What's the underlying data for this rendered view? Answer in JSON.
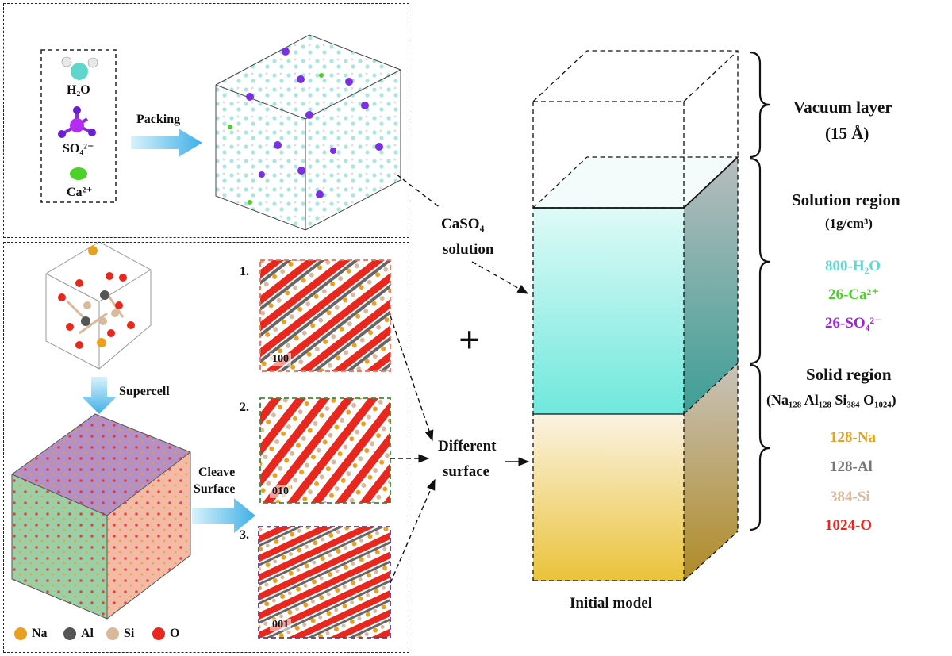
{
  "molecules": {
    "h2o": "H₂O",
    "so4": "SO₄²⁻",
    "ca": "Ca²⁺"
  },
  "steps": {
    "packing": "Packing",
    "supercell": "Supercell",
    "cleave_line1": "Cleave",
    "cleave_line2": "Surface"
  },
  "surfaces": {
    "items": [
      {
        "index": "1.",
        "plane": "100",
        "border_color": "#e8735a"
      },
      {
        "index": "2.",
        "plane": "010",
        "border_color": "#3c8c3c"
      },
      {
        "index": "3.",
        "plane": "001",
        "border_color": "#5a3c96"
      }
    ]
  },
  "legend": {
    "items": [
      {
        "label": "Na",
        "color": "#e8a020"
      },
      {
        "label": "Al",
        "color": "#555555"
      },
      {
        "label": "Si",
        "color": "#d9b99b"
      },
      {
        "label": "O",
        "color": "#e8281e"
      }
    ]
  },
  "connectors": {
    "caso4_line1": "CaSO₄",
    "caso4_line2": "solution",
    "plus": "+",
    "different_line1": "Different",
    "different_line2": "surface"
  },
  "model": {
    "caption": "Initial model",
    "vacuum_title": "Vacuum layer",
    "vacuum_sub": "(15 Å)",
    "solution_title": "Solution region",
    "solution_sub": "(1g/cm³)",
    "solution_items": [
      {
        "text": "800-H₂O",
        "color": "#5fd9d0"
      },
      {
        "text": "26-Ca²⁺",
        "color": "#4cd12a"
      },
      {
        "text": "26-SO₄²⁻",
        "color": "#a020e0"
      }
    ],
    "solid_title": "Solid region",
    "solid_formula": "(Na₁₂₈ Al₁₂₈ Si₃₈₄ O₁₀₂₄)",
    "solid_items": [
      {
        "text": "128-Na",
        "color": "#e8a020"
      },
      {
        "text": "128-Al",
        "color": "#777777"
      },
      {
        "text": "384-Si",
        "color": "#d9b99b"
      },
      {
        "text": "1024-O",
        "color": "#e8281e"
      }
    ]
  }
}
